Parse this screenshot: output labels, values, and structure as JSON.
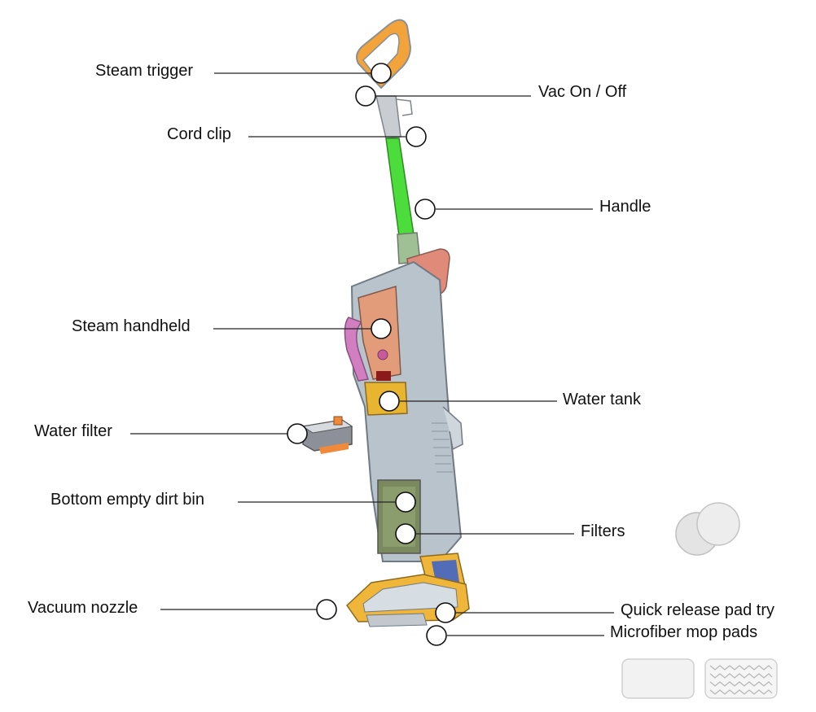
{
  "labels": {
    "steam_trigger": "Steam trigger",
    "vac_on_off": "Vac On / Off",
    "cord_clip": "Cord clip",
    "handle": "Handle",
    "steam_handheld": "Steam handheld",
    "water_tank": "Water tank",
    "water_filter": "Water filter",
    "dirt_bin": "Bottom empty dirt bin",
    "filters": "Filters",
    "vacuum_nozzle": "Vacuum nozzle",
    "quick_release": "Quick release pad try",
    "mop_pads": "Microfiber mop pads"
  },
  "colors": {
    "handle_green": "#4cdc3c",
    "body_grey": "#b9c3cc",
    "accent_orange": "#f2a33a",
    "head_yellow": "#f0b63a",
    "handheld_pink": "#d9a0a8",
    "trigger_salmon": "#e08a7a"
  }
}
